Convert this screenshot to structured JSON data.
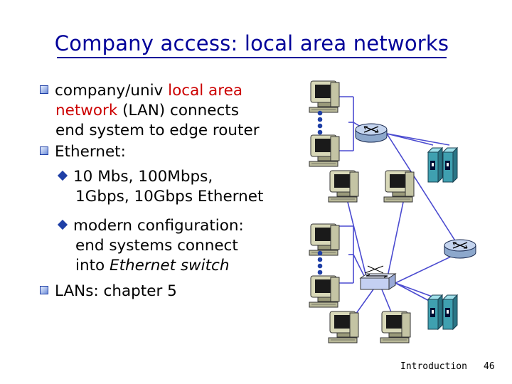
{
  "title": "Company access: local area networks",
  "bullets": {
    "b1": {
      "line1_prefix": "company/univ ",
      "line1_highlight": "local area",
      "line2_highlight": "network",
      "line2_rest": " (LAN) connects",
      "line3": "end system to edge router"
    },
    "b2": {
      "text": "Ethernet:"
    },
    "sub1": {
      "line1": "10 Mbs, 100Mbps,",
      "line2": "1Gbps, 10Gbps Ethernet"
    },
    "sub2": {
      "line1": "modern configuration:",
      "line2": "end systems connect",
      "line3_prefix": "into ",
      "line3_italic": "Ethernet switch"
    },
    "b3": {
      "text": "LANs:  chapter 5"
    }
  },
  "footer": {
    "label": "Introduction",
    "page": "46"
  },
  "colors": {
    "title": "#000099",
    "highlight": "#cc0000",
    "bullet": "#1f3fa6"
  },
  "icons": [
    "desktop-computer-icon",
    "router-icon",
    "ethernet-switch-icon",
    "server-tower-icon",
    "ellipsis-dots-icon"
  ]
}
